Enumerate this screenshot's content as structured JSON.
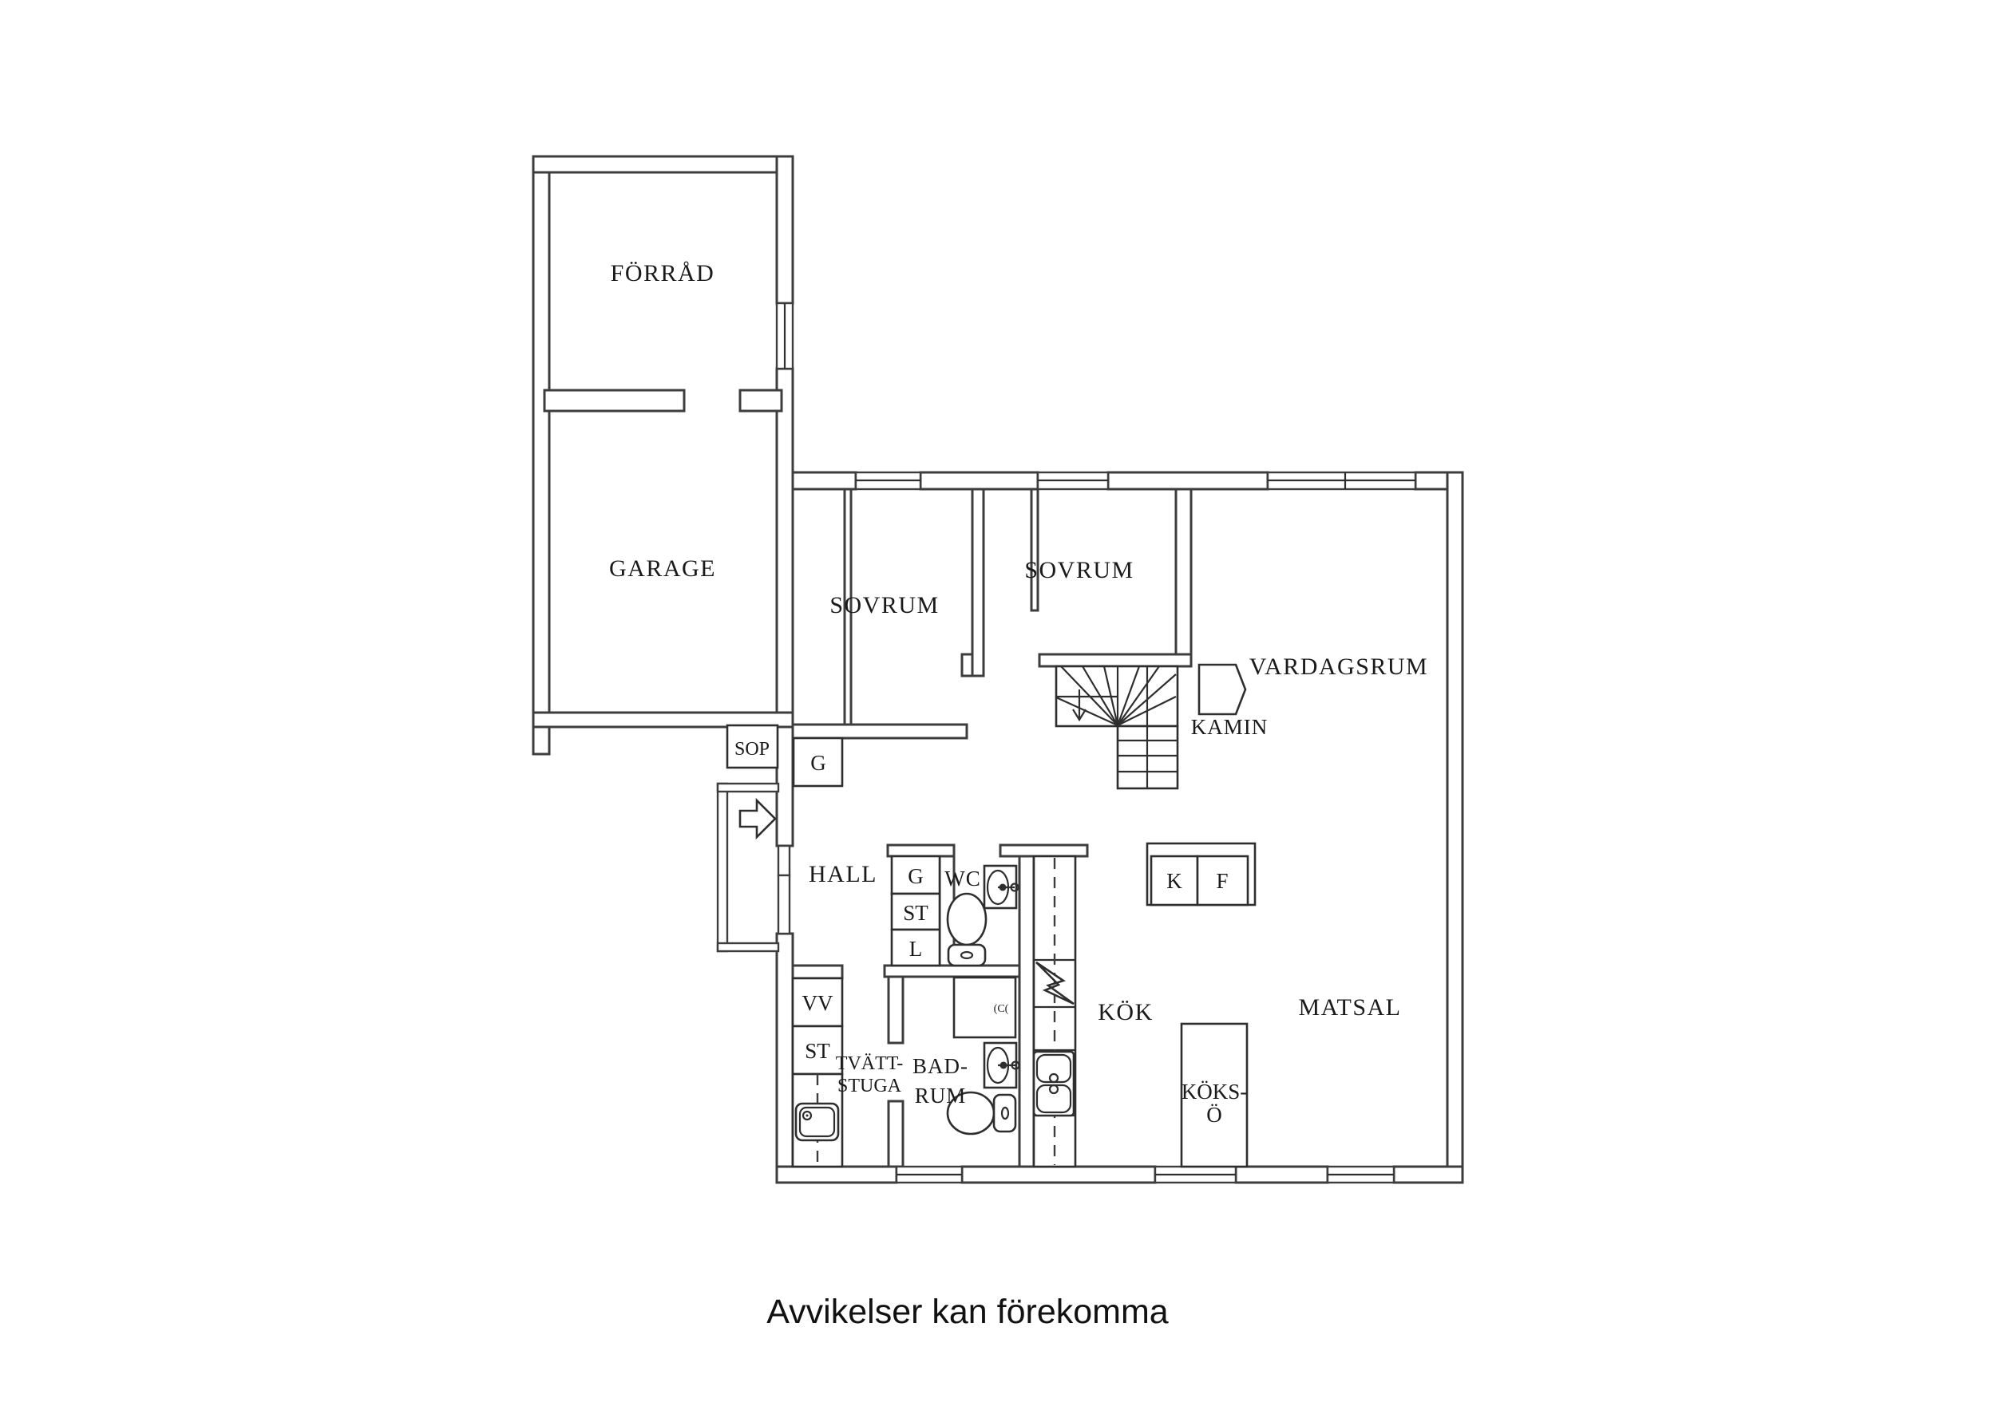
{
  "caption": "Avvikelser kan förekomma",
  "colors": {
    "background": "#ffffff",
    "wall_line": "#3d3d3d",
    "text": "#1a1a1a"
  },
  "rooms": {
    "storage": "FÖRRÅD",
    "garage": "GARAGE",
    "bedroom1": "SOVRUM",
    "bedroom2": "SOVRUM",
    "living_room": "VARDAGSRUM",
    "fireplace": "KAMIN",
    "hall": "HALL",
    "wc": "WC",
    "kitchen": "KÖK",
    "dining_room": "MATSAL",
    "bathroom_line1": "BAD-",
    "bathroom_line2": "RUM",
    "laundry_line1": "TVÄTT-",
    "laundry_line2": "STUGA",
    "kitchen_island_line1": "KÖKS-",
    "kitchen_island_line2": "Ö"
  },
  "fixtures": {
    "trash": "SOP",
    "garage_wardrobe": "G",
    "hall_wardrobe": "G",
    "hall_shelf": "ST",
    "hall_linen": "L",
    "water_heater": "VV",
    "laundry_shelf": "ST",
    "fridge": "K",
    "freezer": "F",
    "shower_mark": "(C("
  },
  "symbols": {
    "entry_arrow": "arrow-right-entry",
    "stairs_direction": "arrow-down-stairs"
  }
}
